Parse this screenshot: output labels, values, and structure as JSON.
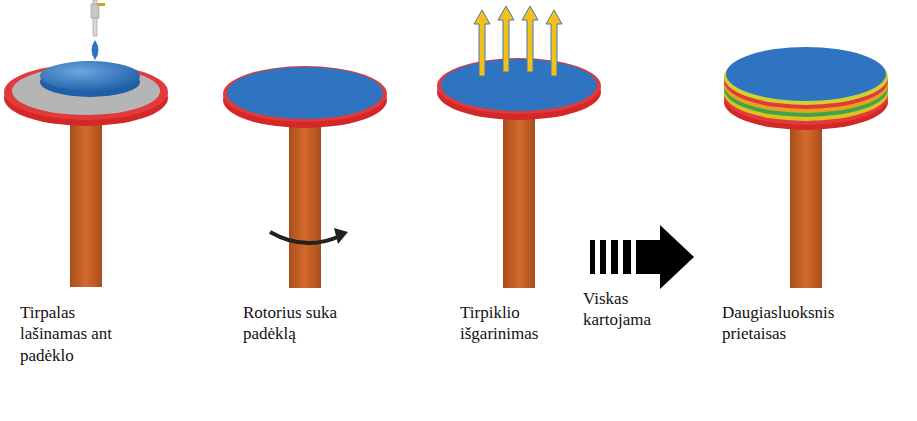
{
  "diagram": {
    "labels": [
      "Tirpalas lašinamas ant padėklo",
      "Rotorius suka padėklą",
      "Tirpiklio išgarinimas",
      "Viskas kartojama",
      "Daugiasluoksnis prietaisas"
    ]
  }
}
